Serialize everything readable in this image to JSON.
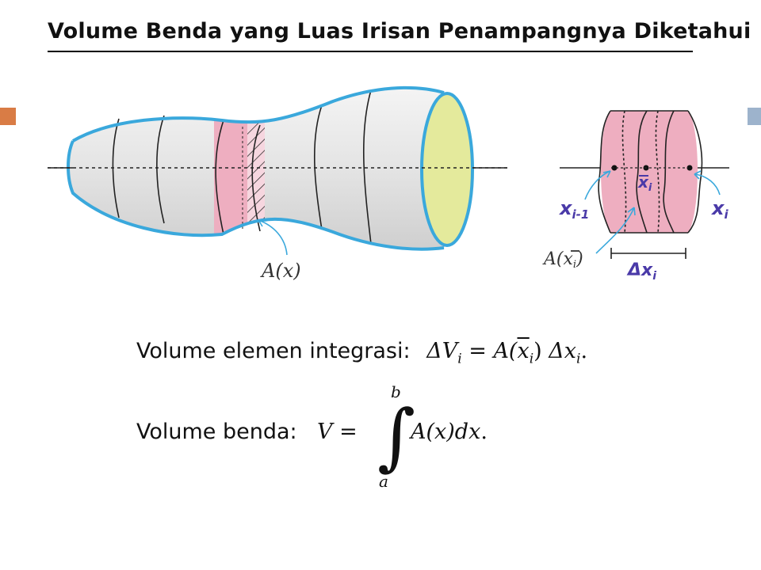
{
  "title": "Volume Benda yang Luas Irisan Penampangnya Diketahui",
  "colors": {
    "accent_left": "#d97c45",
    "accent_right": "#9db3cc",
    "outline": "#3aa8dc",
    "slice_pink": "#eeaec0",
    "body_gray": "#dcdcdc",
    "end_yellow": "#e4ea9c",
    "label_blue": "#4a3aa8"
  },
  "figure_left": {
    "label": "A(x)"
  },
  "figure_right": {
    "label_left": "x",
    "label_left_sub": "i-1",
    "label_mid": "x",
    "label_mid_sub": "i",
    "label_right": "x",
    "label_right_sub": "i",
    "label_area": "A(",
    "label_area_var": "x",
    "label_area_sub": "i",
    "label_area_close": ")",
    "label_width": "Δx",
    "label_width_sub": "i"
  },
  "equations": {
    "line1_text": "Volume elemen integrasi:",
    "line1_lhs": "ΔV",
    "line1_lhs_sub": "i",
    "line1_eq": " = ",
    "line1_A": "A(",
    "line1_xbar": "x",
    "line1_xbar_sub": "i",
    "line1_close": ")",
    "line1_dx": " Δx",
    "line1_dx_sub": "i",
    "line1_end": ".",
    "line2_text": "Volume benda:",
    "line2_lhs": "V",
    "line2_eq": " = ",
    "line2_integral": "∫",
    "line2_upper": "b",
    "line2_lower": "a",
    "line2_integrand": "A(x)dx",
    "line2_end": "."
  }
}
